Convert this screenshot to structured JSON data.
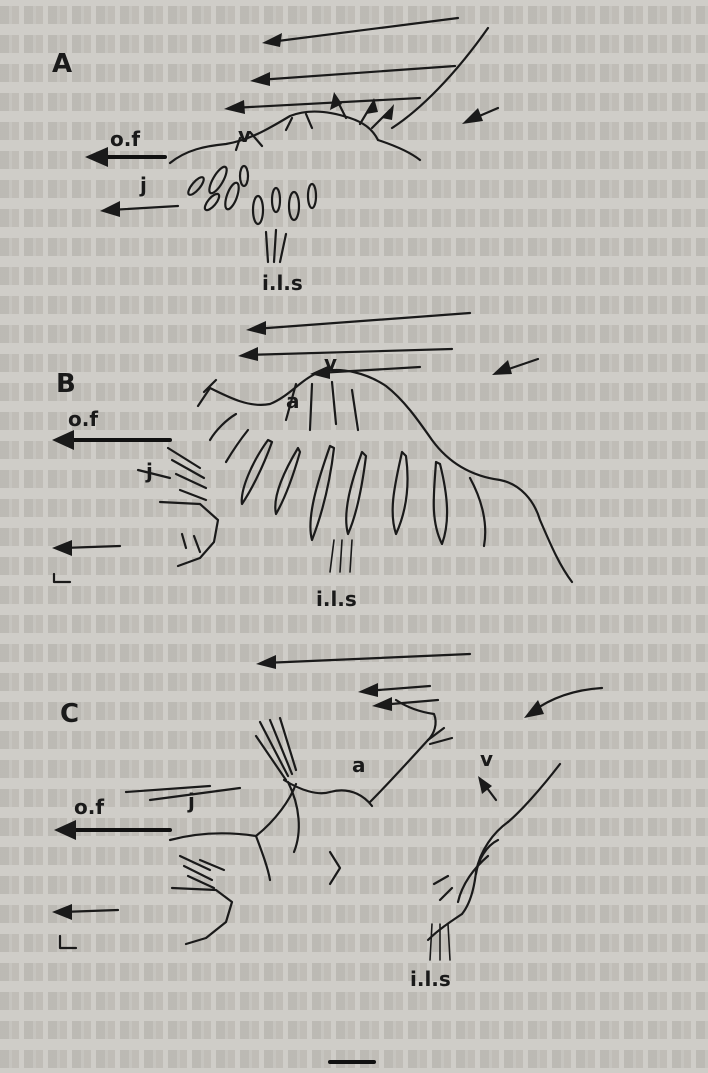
{
  "panels": [
    {
      "id": "A",
      "label": "A",
      "labels": {
        "outflow": "o.f",
        "v": "v",
        "j": "j",
        "ils": "i.l.s"
      }
    },
    {
      "id": "B",
      "label": "B",
      "labels": {
        "outflow": "o.f",
        "v": "v",
        "a": "a",
        "j": "j",
        "ils": "i.l.s"
      }
    },
    {
      "id": "C",
      "label": "C",
      "labels": {
        "outflow": "o.f",
        "v": "v",
        "a": "a",
        "j": "j",
        "ils": "i.l.s"
      }
    }
  ],
  "colors": {
    "ink": "#1a1a1a",
    "paper": "#cfcdc8"
  }
}
